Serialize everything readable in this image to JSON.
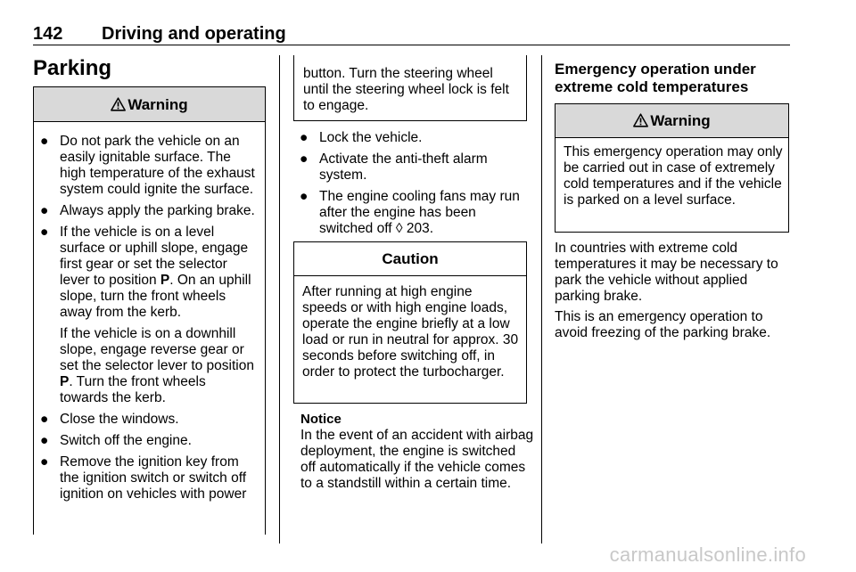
{
  "header": {
    "page_number": "142",
    "chapter": "Driving and operating"
  },
  "section_title": "Parking",
  "warning1": {
    "label": "Warning",
    "items": [
      {
        "bullet": "●",
        "text": "Do not park the vehicle on an easily ignitable surface. The high temperature of the exhaust system could ignite the surface."
      },
      {
        "bullet": "●",
        "text": "Always apply the parking brake."
      },
      {
        "bullet": "●",
        "text_before": "If the vehicle is on a level surface or uphill slope, engage first gear or set the selector lever to position ",
        "bold": "P",
        "text_after": ". On an uphill slope, turn the front wheels away from the kerb.",
        "sub_before": "If the vehicle is on a downhill slope, engage reverse gear or set the selector lever to position ",
        "sub_bold": "P",
        "sub_after": ". Turn the front wheels towards the kerb."
      },
      {
        "bullet": "●",
        "text": "Close the windows."
      },
      {
        "bullet": "●",
        "text": "Switch off the engine."
      },
      {
        "bullet": "●",
        "text": "Remove the ignition key from the ignition switch or switch off ignition on vehicles with power"
      }
    ],
    "continuation": "button. Turn the steering wheel until the steering wheel lock is felt to engage."
  },
  "bullets_col2": [
    {
      "bullet": "●",
      "text": "Lock the vehicle."
    },
    {
      "bullet": "●",
      "text": "Activate the anti-theft alarm system."
    },
    {
      "bullet": "●",
      "text_before": "The engine cooling fans may run after the engine has been switched off ",
      "ref_symbol": "◊",
      "ref_page": " 203."
    }
  ],
  "caution": {
    "label": "Caution",
    "text": "After running at high engine speeds or with high engine loads, operate the engine briefly at a low load or run in neutral for approx. 30 seconds before switching off, in order to protect the turbocharger."
  },
  "notice": {
    "label": "Notice",
    "text": "In the event of an accident with airbag deployment, the engine is switched off automatically if the vehicle comes to a standstill within a certain time."
  },
  "emergency": {
    "heading": "Emergency operation under extreme cold temperatures",
    "warning_label": "Warning",
    "warning_text": "This emergency operation may only be carried out in case of extremely cold temperatures and if the vehicle is parked on a level surface.",
    "para1": "In countries with extreme cold temperatures it may be necessary to park the vehicle without applied parking brake.",
    "para2": "This is an emergency operation to avoid freezing of the parking brake."
  },
  "watermark": "carmanualsonline.info"
}
